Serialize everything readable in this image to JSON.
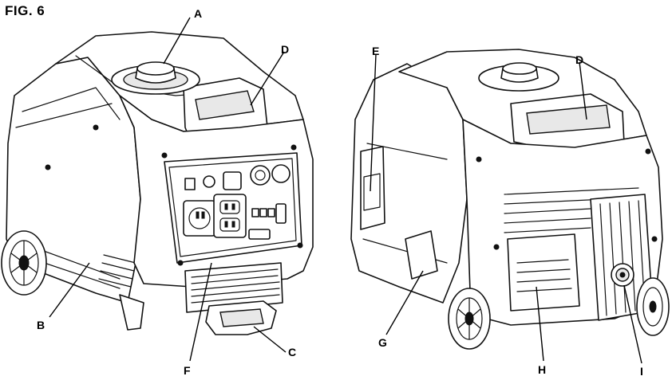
{
  "figure": {
    "title": "FIG. 6"
  },
  "callouts": [
    "A",
    "B",
    "C",
    "D",
    "E",
    "F",
    "G",
    "H",
    "I"
  ]
}
